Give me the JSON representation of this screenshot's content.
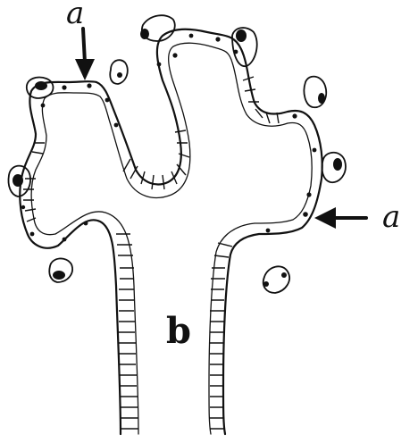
{
  "labels": {
    "a_top": "a",
    "a_right": "a",
    "b": "b"
  },
  "colors": {
    "ink": "#111111",
    "background": "#ffffff"
  }
}
